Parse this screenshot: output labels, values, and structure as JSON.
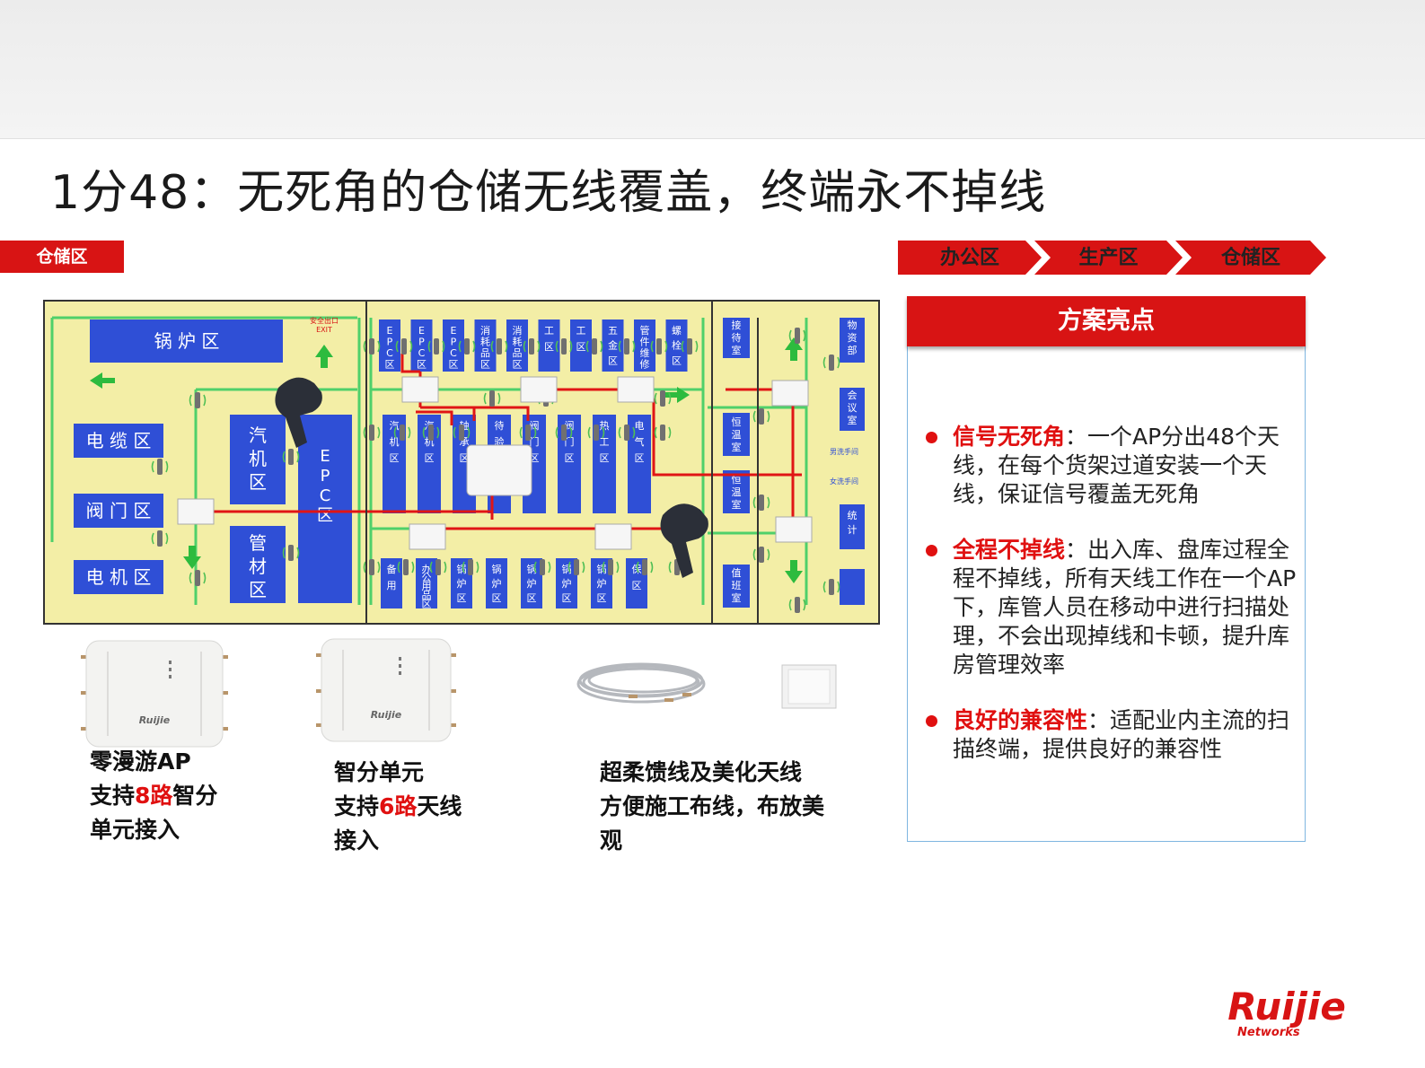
{
  "title": "1分48：无死角的仓储无线覆盖，终端永不掉线",
  "zone_tag": "仓储区",
  "breadcrumbs": [
    "办公区",
    "生产区",
    "仓储区"
  ],
  "panel": {
    "heading": "方案亮点",
    "points": [
      {
        "highlight": "信号无死角",
        "text": "：一个AP分出48个天线，在每个货架过道安装一个天线，保证信号覆盖无死角"
      },
      {
        "highlight": "全程不掉线",
        "text": "：出入库、盘库过程全程不掉线，所有天线工作在一个AP下，库管人员在移动中进行扫描处理，不会出现掉线和卡顿，提升库房管理效率"
      },
      {
        "highlight": "良好的兼容性",
        "text": "：适配业内主流的扫描终端，提供良好的兼容性"
      }
    ]
  },
  "floorplan": {
    "rooms": {
      "boiler": "锅 炉 区",
      "cable": "电 缆 区",
      "valve": "阀 门 区",
      "motor": "电 机 区",
      "turbine": "汽机区",
      "epc": "EPC区",
      "pipe": "管材区",
      "reception": "接待室",
      "const1": "恒温室",
      "const2": "恒温室",
      "duty": "值班室",
      "material": "物资部",
      "meeting": "会议室",
      "stats": "统计",
      "male_wc": "男洗手间",
      "female_wc": "女洗手间",
      "exit": "安全出口",
      "exit_en": "EXIT"
    },
    "shelves_top": [
      "EPC区",
      "EPC区",
      "EPC区",
      "消耗品区",
      "消耗品区",
      "工区",
      "工区",
      "五金区",
      "管件维修",
      "螺栓区"
    ],
    "shelves_mid": [
      "汽机区",
      "汽机区",
      "轴承区",
      "待验区",
      "阀门区",
      "阀门区",
      "热工区",
      "电气区"
    ],
    "shelves_bot": [
      "备用",
      "办公用品区",
      "锅炉区",
      "锅炉区",
      "锅炉区",
      "锅炉区",
      "锅炉区",
      "保区"
    ]
  },
  "products": [
    {
      "lines": [
        "零漫游AP",
        "支持|8路|智分",
        "单元接入"
      ]
    },
    {
      "lines": [
        "智分单元",
        "支持|6路|天线",
        "接入"
      ]
    },
    {
      "lines": [
        "超柔馈线及美化天线",
        "方便施工布线，布放美",
        "观"
      ]
    }
  ],
  "logo": {
    "name": "Ruijie",
    "sub": "Networks"
  },
  "colors": {
    "accent": "#d81414",
    "highlight": "#e01010",
    "room_blue": "#2f4fd6",
    "floor_bg": "#f3eea6",
    "corridor": "#4fd06a"
  }
}
